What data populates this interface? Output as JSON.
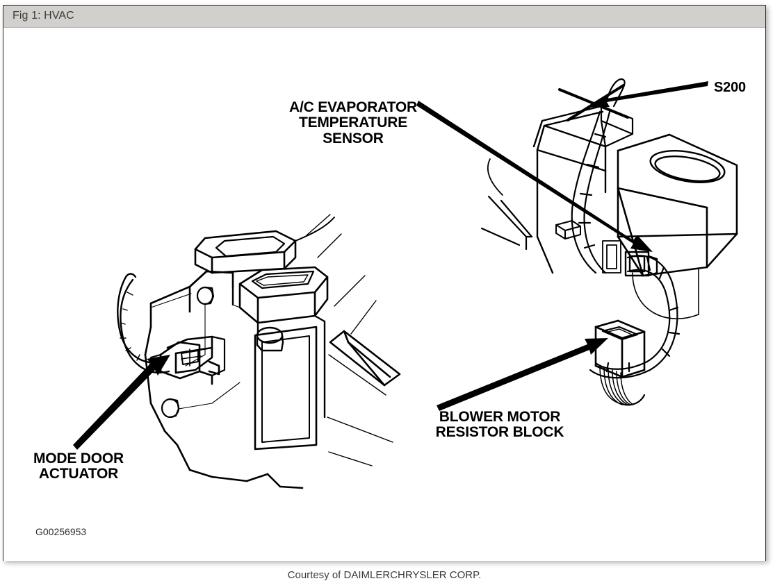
{
  "window": {
    "title": "Fig 1: HVAC"
  },
  "figure": {
    "id_code": "G00256953",
    "credit": "Courtesy of DAIMLERCHRYSLER CORP.",
    "callouts": [
      {
        "name": "ac-evaporator-temperature-sensor",
        "text": "A/C EVAPORATOR\nTEMPERATURE\nSENSOR"
      },
      {
        "name": "s200-splice",
        "text": "S200"
      },
      {
        "name": "blower-motor-resistor-block",
        "text": "BLOWER MOTOR\nRESISTOR BLOCK"
      },
      {
        "name": "mode-door-actuator",
        "text": "MODE DOOR\nACTUATOR"
      }
    ]
  },
  "colors": {
    "titlebar_bg": "#d2d0cc",
    "titlebar_text": "#3c3c3c",
    "panel_border": "#2b2b2b",
    "ink": "#000000",
    "page_bg": "#ffffff"
  }
}
